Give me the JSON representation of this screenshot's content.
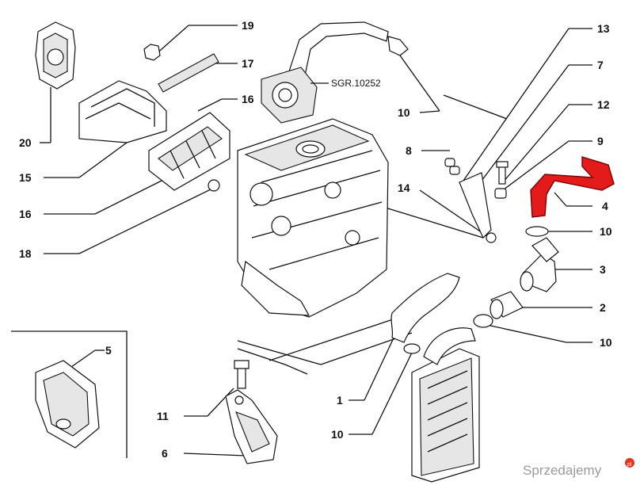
{
  "diagram": {
    "callouts": [
      {
        "id": "c19",
        "text": "19"
      },
      {
        "id": "c17",
        "text": "17"
      },
      {
        "id": "c16a",
        "text": "16"
      },
      {
        "id": "c20",
        "text": "20"
      },
      {
        "id": "c15",
        "text": "15"
      },
      {
        "id": "c16b",
        "text": "16"
      },
      {
        "id": "c18",
        "text": "18"
      },
      {
        "id": "c10a",
        "text": "10"
      },
      {
        "id": "c13",
        "text": "13"
      },
      {
        "id": "c7",
        "text": "7"
      },
      {
        "id": "c12",
        "text": "12"
      },
      {
        "id": "c9",
        "text": "9"
      },
      {
        "id": "c8",
        "text": "8"
      },
      {
        "id": "c14",
        "text": "14"
      },
      {
        "id": "c4",
        "text": "4"
      },
      {
        "id": "c10b",
        "text": "10"
      },
      {
        "id": "c3",
        "text": "3"
      },
      {
        "id": "c2",
        "text": "2"
      },
      {
        "id": "c10c",
        "text": "10"
      },
      {
        "id": "c5",
        "text": "5"
      },
      {
        "id": "c11",
        "text": "11"
      },
      {
        "id": "c1",
        "text": "1"
      },
      {
        "id": "c10d",
        "text": "10"
      },
      {
        "id": "c6",
        "text": "6"
      }
    ],
    "reference_label": "SGR.10252",
    "highlight_color": "#e31b1b"
  },
  "watermark": {
    "text": "Sprzedajemy",
    "suffix": ".pl"
  }
}
